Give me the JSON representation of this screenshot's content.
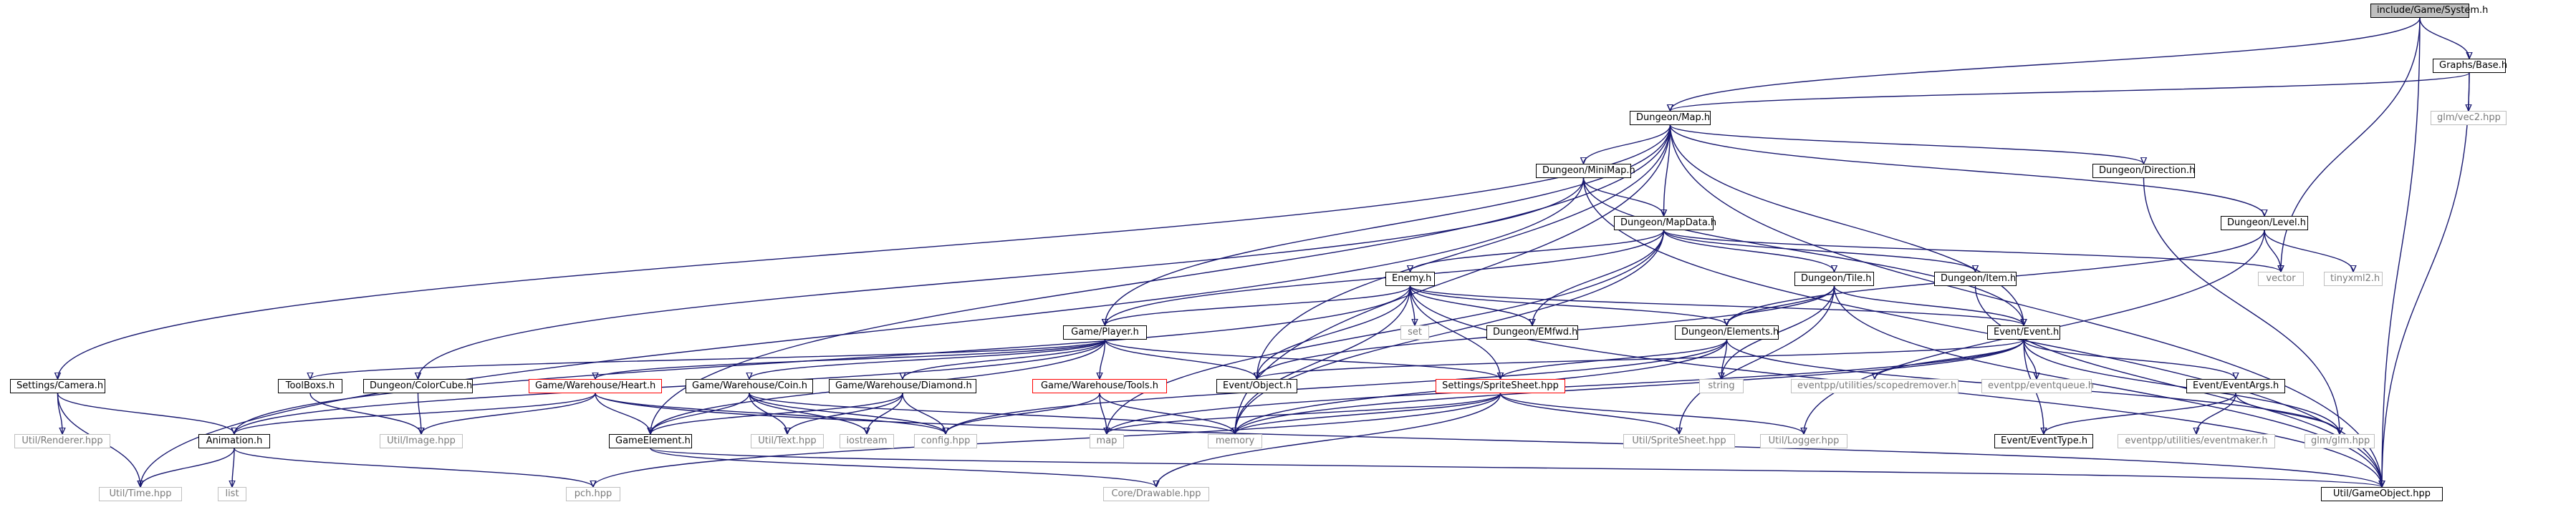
{
  "graph": {
    "edge_color": "#191970",
    "root_fill": "#bfbfbf",
    "documented_border": "#000000",
    "undocumented_border": "#ff0000",
    "external_border": "#bfbfbf",
    "nodes": {
      "root": "include/Game/System.h",
      "graphs_base": "Graphs/Base.h",
      "glm_vec2": "glm/vec2.hpp",
      "dungeon_map": "Dungeon/Map.h",
      "dungeon_minimap": "Dungeon/MiniMap.h",
      "dungeon_direction": "Dungeon/Direction.h",
      "dungeon_level": "Dungeon/Level.h",
      "dungeon_mapdata": "Dungeon/MapData.h",
      "enemy": "Enemy.h",
      "dungeon_tile": "Dungeon/Tile.h",
      "dungeon_item": "Dungeon/Item.h",
      "vector": "vector",
      "tinyxml2": "tinyxml2.h",
      "game_player": "Game/Player.h",
      "set": "set",
      "dungeon_emfwd": "Dungeon/EMfwd.h",
      "dungeon_elements": "Dungeon/Elements.h",
      "event_event": "Event/Event.h",
      "settings_camera": "Settings/Camera.h",
      "toolboxs": "ToolBoxs.h",
      "dungeon_colorcube": "Dungeon/ColorCube.h",
      "warehouse_heart": "Game/Warehouse/Heart.h",
      "warehouse_coin": "Game/Warehouse/Coin.h",
      "warehouse_diamond": "Game/Warehouse/Diamond.h",
      "warehouse_tools": "Game/Warehouse/Tools.h",
      "event_object": "Event/Object.h",
      "settings_spritesheet": "Settings/SpriteSheet.hpp",
      "string": "string",
      "eventpp_scopedremover": "eventpp/utilities/scopedremover.h",
      "eventpp_eventqueue": "eventpp/eventqueue.h",
      "event_eventargs": "Event/EventArgs.h",
      "util_renderer": "Util/Renderer.hpp",
      "animation": "Animation.h",
      "util_image": "Util/Image.hpp",
      "game_element": "GameElement.h",
      "util_text": "Util/Text.hpp",
      "iostream": "iostream",
      "config": "config.hpp",
      "map": "map",
      "memory": "memory",
      "util_spritesheet": "Util/SpriteSheet.hpp",
      "util_logger": "Util/Logger.hpp",
      "event_eventtype": "Event/EventType.h",
      "eventpp_eventmaker": "eventpp/utilities/eventmaker.h",
      "glm_glm": "glm/glm.hpp",
      "list": "list",
      "util_time": "Util/Time.hpp",
      "pch": "pch.hpp",
      "core_drawable": "Core/Drawable.hpp",
      "util_gameobject": "Util/GameObject.hpp"
    }
  }
}
